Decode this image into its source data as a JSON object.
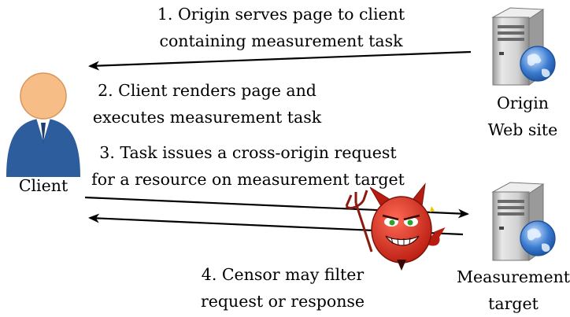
{
  "steps": {
    "step1": [
      "1. Origin serves page to client",
      "containing measurement task"
    ],
    "step2": [
      "2. Client renders page and",
      "executes measurement task"
    ],
    "step3": [
      "3. Task issues a cross-origin request",
      "for a resource on measurement target"
    ],
    "step4": [
      "4. Censor may filter",
      "request or response"
    ]
  },
  "nodes": {
    "client": "Client",
    "origin": [
      "Origin",
      "Web site"
    ],
    "target": [
      "Measurement",
      "target"
    ]
  },
  "icons": {
    "client": "user-icon",
    "origin": "server-globe-icon",
    "target": "server-globe-icon",
    "censor": "devil-censor-icon"
  },
  "colors": {
    "arrow": "#000000",
    "devil": "#d42a1b",
    "globe": "#3b7bd0",
    "server": "#c8c8c8",
    "skin": "#f6be86",
    "suit": "#2d5d9c"
  }
}
